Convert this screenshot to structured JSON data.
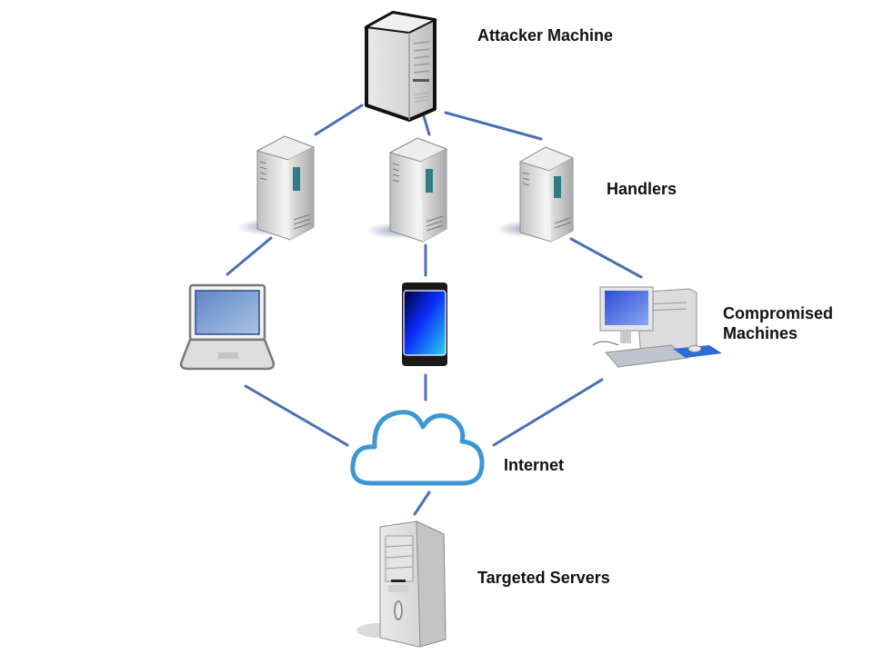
{
  "diagram": {
    "title": "DDoS attack network",
    "nodes": {
      "attacker": {
        "label": "Attacker Machine",
        "icon": "tower-server-icon"
      },
      "handlers": {
        "label": "Handlers",
        "count": 3,
        "icon": "server-icon"
      },
      "compromised": {
        "label": "Compromised Machines",
        "line1": "Compromised",
        "line2": "Machines",
        "devices": [
          "laptop",
          "smartphone",
          "desktop-computer"
        ]
      },
      "internet": {
        "label": "Internet",
        "icon": "cloud-icon"
      },
      "target": {
        "label": "Targeted Servers",
        "icon": "tower-server-icon"
      }
    },
    "edges": [
      [
        "attacker",
        "handler-1"
      ],
      [
        "attacker",
        "handler-2"
      ],
      [
        "attacker",
        "handler-3"
      ],
      [
        "handler-1",
        "laptop"
      ],
      [
        "handler-2",
        "smartphone"
      ],
      [
        "handler-3",
        "desktop-computer"
      ],
      [
        "laptop",
        "internet"
      ],
      [
        "smartphone",
        "internet"
      ],
      [
        "desktop-computer",
        "internet"
      ],
      [
        "internet",
        "target"
      ]
    ],
    "colors": {
      "edge": "#4a6fb5",
      "cloud": "#3d97d3",
      "text": "#111111"
    }
  }
}
